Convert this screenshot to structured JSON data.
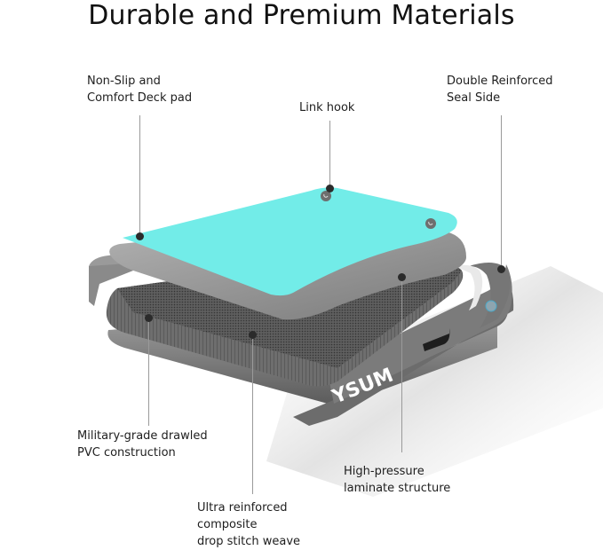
{
  "title": "Durable and Premium Materials",
  "brand_text": "YSUM",
  "colors": {
    "deck_pad": "#72ece8",
    "pvc_gray": "#8a8a8a",
    "dark_gray": "#4a4a4a",
    "leader_line": "#9a9a9a",
    "dot": "#2b2b2b",
    "text": "#1e1e1e"
  },
  "callouts": [
    {
      "id": "deck-pad",
      "lines": [
        "Non-Slip and",
        "Comfort Deck pad"
      ]
    },
    {
      "id": "link-hook",
      "lines": [
        "Link hook"
      ]
    },
    {
      "id": "seal-side",
      "lines": [
        "Double Reinforced",
        "Seal Side"
      ]
    },
    {
      "id": "pvc",
      "lines": [
        "Military-grade drawled",
        "PVC construction"
      ]
    },
    {
      "id": "laminate",
      "lines": [
        "High-pressure",
        "laminate structure"
      ]
    },
    {
      "id": "drop-stitch",
      "lines": [
        "Ultra reinforced",
        "composite",
        "drop stitch weave"
      ]
    }
  ]
}
